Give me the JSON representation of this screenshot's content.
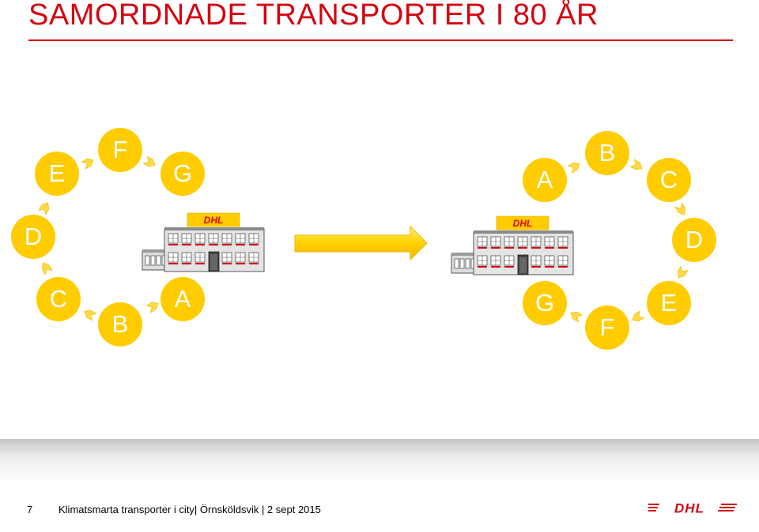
{
  "slide": {
    "title": "SAMORDNADE TRANSPORTER I 80 ÅR",
    "page_number": "7",
    "footer_text": "Klimatsmarta transporter i city| Örnsköldsvik | 2 sept  2015",
    "brand": "DHL"
  },
  "left_cycle": {
    "stops": [
      "A",
      "B",
      "C",
      "D",
      "E",
      "F",
      "G"
    ]
  },
  "right_cycle": {
    "stops": [
      "A",
      "B",
      "C",
      "D",
      "E",
      "F",
      "G"
    ]
  },
  "colors": {
    "dhl_red": "#d40511",
    "dhl_yellow": "#ffcc00",
    "circle_text": "#ffffff"
  },
  "icons": {
    "arrow": "right-arrow-icon",
    "warehouse": "dhl-warehouse-icon",
    "logo": "dhl-logo"
  }
}
